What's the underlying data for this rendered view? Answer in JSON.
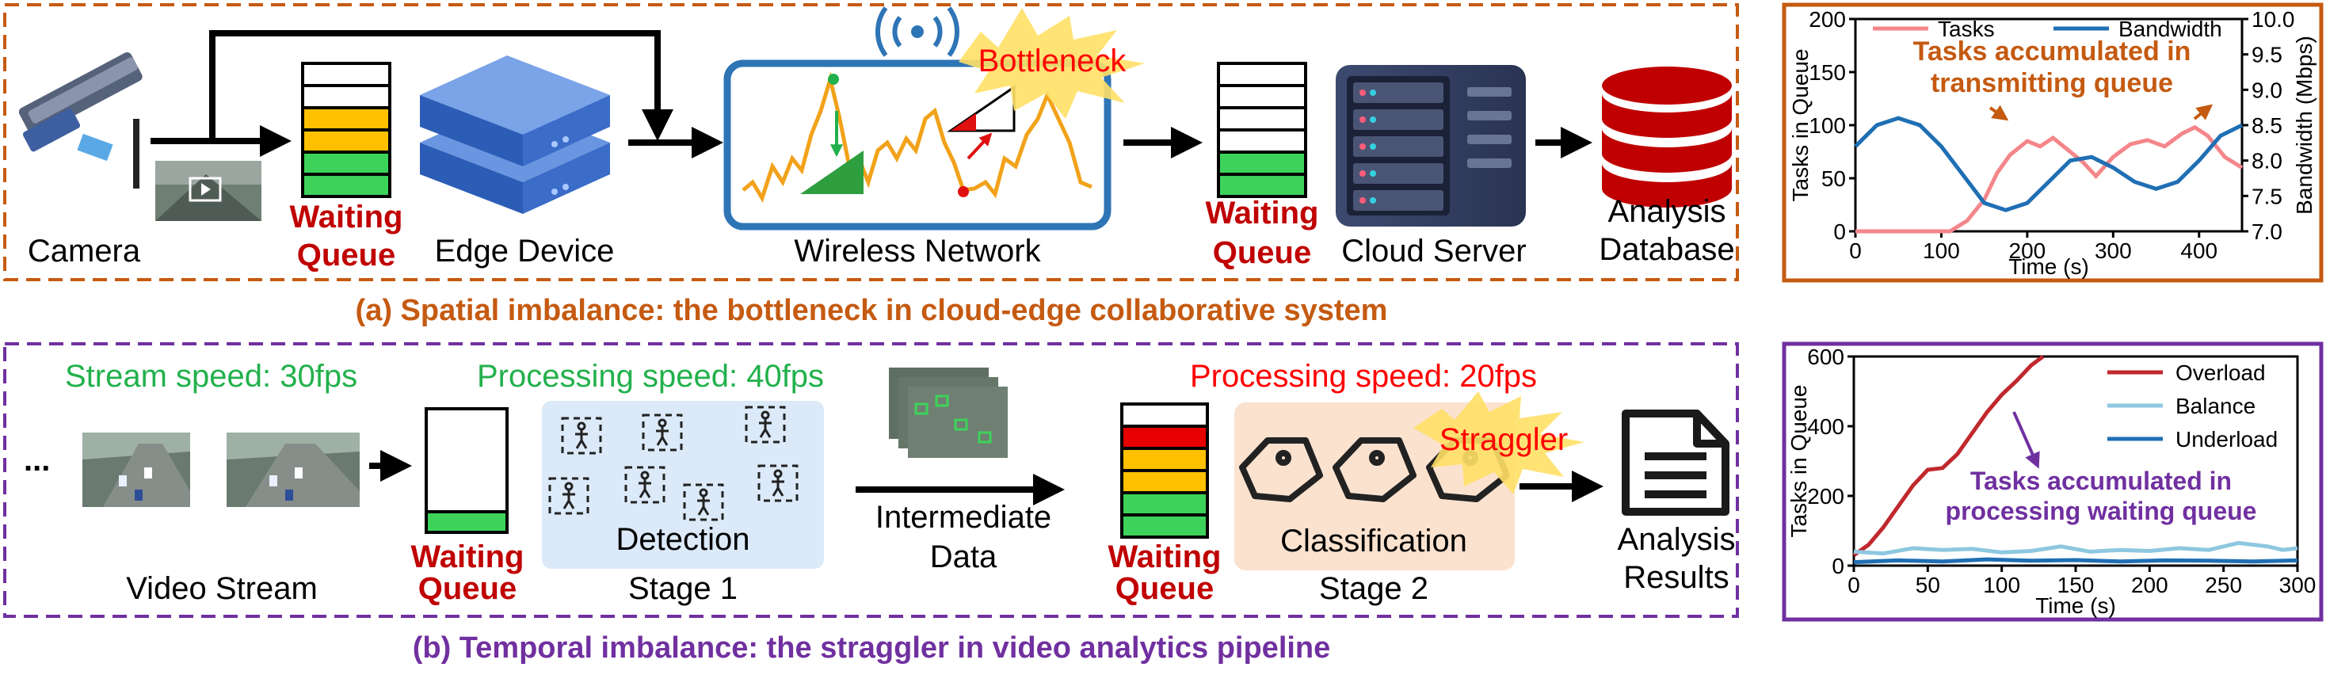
{
  "colors": {
    "orange_frame": "#c55a11",
    "purple_frame": "#7030a0",
    "red_text": "#c00000",
    "green_text": "#22b14c",
    "bright_red": "#ff0000",
    "queue_yellow": "#ffc000",
    "queue_green": "#3dd35a",
    "queue_red": "#e60000",
    "network_blue": "#2e75b6",
    "tasks_pink": "#f4868a",
    "bandwidth_blue": "#1f6fb4",
    "overload_red": "#c0282d",
    "balance_light": "#8ec7e0",
    "underload_blue": "#1f6fb4"
  },
  "top": {
    "camera_label": "Camera",
    "queue1_label_line1": "Waiting",
    "queue1_label_line2": "Queue",
    "edge_label": "Edge Device",
    "network_label": "Wireless Network",
    "bottleneck_label": "Bottleneck",
    "queue2_label_line1": "Waiting",
    "queue2_label_line2": "Queue",
    "cloud_label": "Cloud Server",
    "db_label_line1": "Analysis",
    "db_label_line2": "Database",
    "caption": "(a) Spatial imbalance: the bottleneck in cloud-edge collaborative system"
  },
  "bottom": {
    "ellipsis": "...",
    "stream_speed": "Stream speed: 30fps",
    "video_label": "Video Stream",
    "queue1_label_line1": "Waiting",
    "queue1_label_line2": "Queue",
    "processing1": "Processing speed: 40fps",
    "detection_label": "Detection",
    "stage1_label": "Stage 1",
    "intermediate_line1": "Intermediate",
    "intermediate_line2": "Data",
    "queue2_label_line1": "Waiting",
    "queue2_label_line2": "Queue",
    "processing2": "Processing speed: 20fps",
    "straggler_label": "Straggler",
    "classification_label": "Classification",
    "stage2_label": "Stage 2",
    "results_line1": "Analysis",
    "results_line2": "Results",
    "caption": "(b) Temporal imbalance: the straggler in video analytics pipeline"
  },
  "chart_data": [
    {
      "type": "line",
      "xlabel": "Time (s)",
      "ylabel": "Tasks in Queue",
      "ylabel_right": "Bandwidth (Mbps)",
      "xlim": [
        0,
        450
      ],
      "ylim": [
        0,
        200
      ],
      "ylim_right": [
        7.0,
        10.0
      ],
      "xticks": [
        "0",
        "100",
        "200",
        "300",
        "400"
      ],
      "yticks": [
        "0",
        "50",
        "100",
        "150",
        "200"
      ],
      "yticks_right": [
        "7.0",
        "7.5",
        "8.0",
        "8.5",
        "9.0",
        "9.5",
        "10.0"
      ],
      "legend_position": "top",
      "annotation": [
        "Tasks accumulated in",
        "transmitting queue"
      ],
      "series": [
        {
          "name": "Tasks",
          "axis": "left",
          "x": [
            0,
            50,
            90,
            110,
            130,
            150,
            165,
            180,
            200,
            215,
            230,
            250,
            265,
            280,
            300,
            320,
            340,
            360,
            380,
            395,
            410,
            430,
            450
          ],
          "values": [
            0,
            0,
            0,
            0,
            10,
            30,
            55,
            72,
            85,
            80,
            88,
            75,
            65,
            52,
            70,
            82,
            86,
            80,
            92,
            98,
            90,
            70,
            60
          ]
        },
        {
          "name": "Bandwidth",
          "axis": "right",
          "x": [
            0,
            25,
            50,
            75,
            100,
            125,
            150,
            175,
            200,
            225,
            250,
            275,
            300,
            325,
            350,
            375,
            400,
            425,
            450
          ],
          "values": [
            8.2,
            8.5,
            8.6,
            8.5,
            8.2,
            7.8,
            7.4,
            7.3,
            7.4,
            7.7,
            8.0,
            8.05,
            7.9,
            7.7,
            7.6,
            7.7,
            8.0,
            8.35,
            8.5
          ]
        }
      ]
    },
    {
      "type": "line",
      "xlabel": "Time (s)",
      "ylabel": "Tasks in Queue",
      "xlim": [
        0,
        300
      ],
      "ylim": [
        0,
        600
      ],
      "xticks": [
        "0",
        "50",
        "100",
        "150",
        "200",
        "250",
        "300"
      ],
      "yticks": [
        "0",
        "200",
        "400",
        "600"
      ],
      "legend_position": "top-right",
      "annotation": [
        "Tasks accumulated in",
        "processing waiting queue"
      ],
      "series": [
        {
          "name": "Overload",
          "x": [
            0,
            10,
            20,
            30,
            40,
            50,
            60,
            70,
            80,
            90,
            100,
            110,
            120,
            128
          ],
          "values": [
            30,
            60,
            110,
            170,
            230,
            275,
            280,
            320,
            380,
            440,
            490,
            530,
            575,
            600
          ]
        },
        {
          "name": "Balance",
          "x": [
            0,
            20,
            40,
            60,
            80,
            100,
            120,
            140,
            160,
            180,
            200,
            220,
            240,
            260,
            280,
            290,
            300
          ],
          "values": [
            40,
            35,
            50,
            45,
            48,
            38,
            42,
            55,
            40,
            45,
            42,
            50,
            45,
            65,
            55,
            45,
            50
          ]
        },
        {
          "name": "Underload",
          "x": [
            0,
            30,
            60,
            90,
            120,
            150,
            180,
            210,
            240,
            270,
            300
          ],
          "values": [
            10,
            15,
            12,
            18,
            14,
            16,
            12,
            15,
            14,
            12,
            15
          ]
        }
      ]
    }
  ]
}
